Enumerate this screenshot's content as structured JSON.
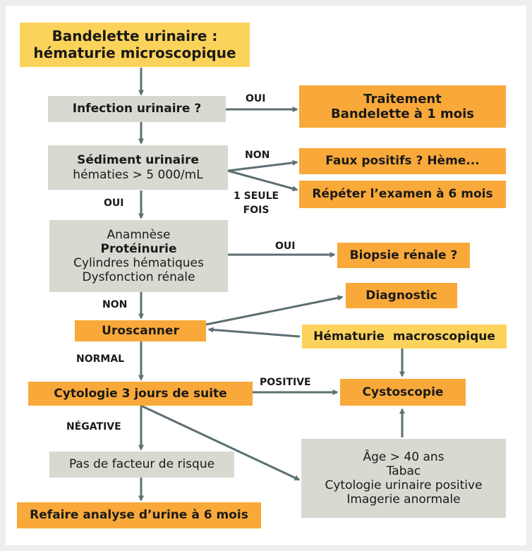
{
  "nodes": {
    "start": [
      "Bandelette urinaire :",
      "hématurie microscopique"
    ],
    "infection": "Infection urinaire ?",
    "traitement": [
      "Traitement",
      "Bandelette à 1 mois"
    ],
    "sediment": [
      "Sédiment urinaire",
      "hématies > 5 000/mL"
    ],
    "faux_positifs": "Faux positifs ? Hème...",
    "repeter": "Répéter l’examen à 6 mois",
    "anamnese": [
      "Anamnèse",
      "Protéinurie",
      "Cylindres hématiques",
      "Dysfonction rénale"
    ],
    "biopsie": "Biopsie rénale ?",
    "diagnostic": "Diagnostic",
    "uroscanner": "Uroscanner",
    "hematurie_macro": "Hématurie  macroscopique",
    "cytologie": "Cytologie 3 jours de suite",
    "cystoscopie": "Cystoscopie",
    "pas_facteur": "Pas de facteur de risque",
    "facteurs": [
      "Âge > 40 ans",
      "Tabac",
      "Cytologie urinaire positive",
      "Imagerie anormale"
    ],
    "refaire": "Refaire analyse d’urine à 6 mois"
  },
  "labels": {
    "oui_infection": "OUI",
    "non_sediment": "NON",
    "une_seule_fois": [
      "1 SEULE",
      "FOIS"
    ],
    "oui_sediment": "OUI",
    "oui_anamnese": "OUI",
    "non_anamnese": "NON",
    "normal": "NORMAL",
    "positive": "POSITIVE",
    "negative": "NÉGATIVE"
  },
  "colors": {
    "title_box": "#fcd35a",
    "action_box": "#f9a939",
    "question_box": "#d9d9d1",
    "arrow": "#5c6f72"
  }
}
